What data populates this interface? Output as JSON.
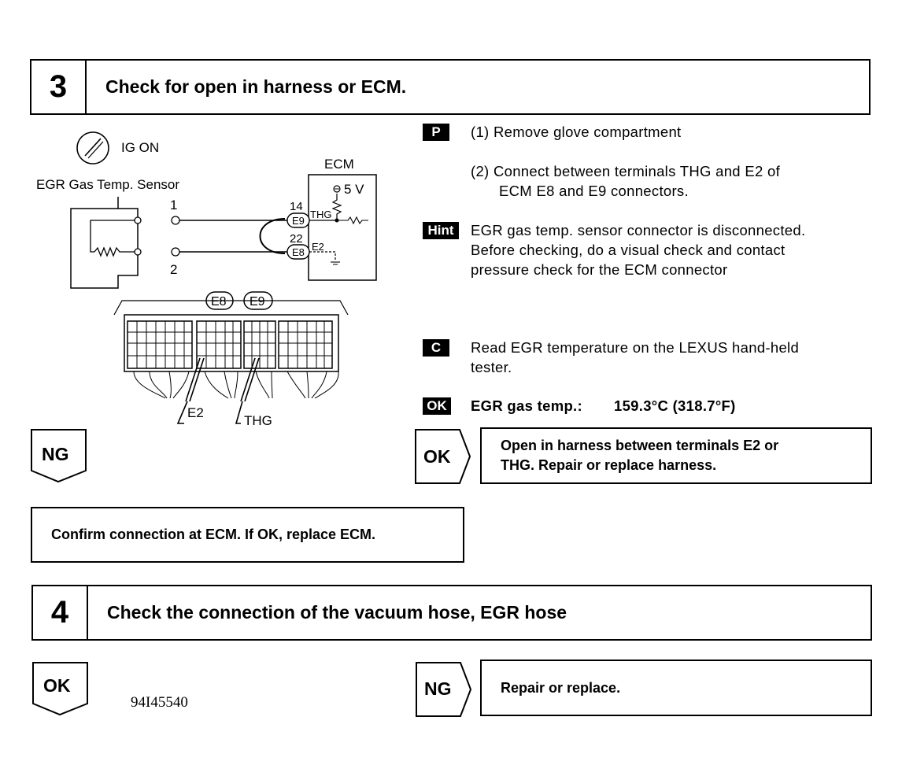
{
  "step3": {
    "number": "3",
    "title": "Check for open in harness or ECM."
  },
  "diagram": {
    "ig_label": "IG ON",
    "sensor_label": "EGR Gas Temp. Sensor",
    "ecm_label": "ECM",
    "voltage_label": "5 V",
    "pin1": "1",
    "pin2": "2",
    "term14": "14",
    "term22": "22",
    "conn_e9": "E9",
    "conn_e8": "E8",
    "thg_label": "THG",
    "e2_label": "E2",
    "connector_e8": "E8",
    "connector_e9": "E9",
    "bottom_e2": "E2",
    "bottom_thg": "THG"
  },
  "procedure": {
    "p_badge": "P",
    "p1": "(1) Remove  glove  compartment",
    "p2_line1": "(2) Connect  between  terminals  THG  and  E2  of",
    "p2_line2": "ECM E8 and E9 connectors.",
    "hint_badge": "Hint",
    "hint_line1": "EGR gas temp. sensor connector is disconnected.",
    "hint_line2": "Before  checking,  do  a  visual  check  and  contact",
    "hint_line3": "pressure check for the ECM connector",
    "c_badge": "C",
    "c_line1": "Read  EGR  temperature  on  the  LEXUS  hand-held",
    "c_line2": "tester.",
    "ok_badge": "OK",
    "ok_label": "EGR gas temp.:",
    "ok_value": "159.3°C (318.7°F)"
  },
  "results3": {
    "ng_label": "NG",
    "ok_label": "OK",
    "ok_line1": "Open  in  harness  between  terminals  E2  or",
    "ok_line2": "THG. Repair or replace harness.",
    "ng_action": "Confirm connection at ECM. If OK, replace ECM."
  },
  "step4": {
    "number": "4",
    "title": "Check the connection of the vacuum hose, EGR hose"
  },
  "results4": {
    "ok_label": "OK",
    "ng_label": "NG",
    "ng_action": "Repair or replace.",
    "figure_id": "94I45540"
  }
}
